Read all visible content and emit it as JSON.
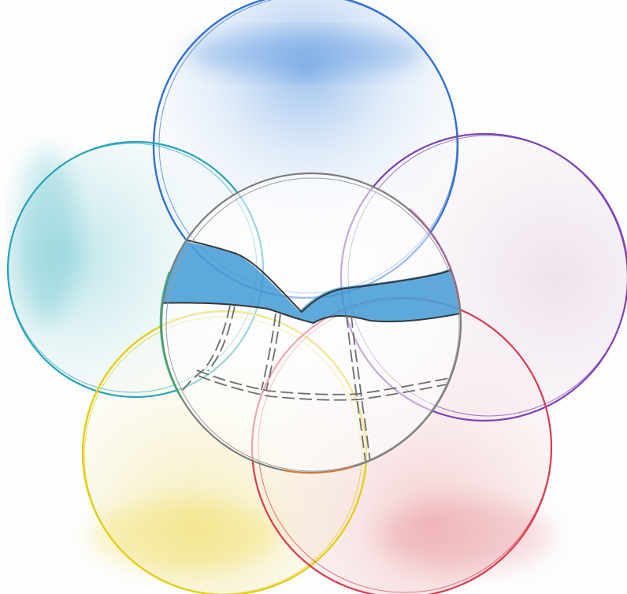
{
  "petals": [
    {
      "id": "top",
      "color": "#2f6fd0",
      "wash": "#4a8fe0"
    },
    {
      "id": "left",
      "color": "#1fa2b8",
      "wash": "#5cc3cf"
    },
    {
      "id": "right",
      "color": "#7a3fb0",
      "wash": "#c9a2c6"
    },
    {
      "id": "bottom-left",
      "color": "#e2cf12",
      "wash": "#f1e07a"
    },
    {
      "id": "bottom-right",
      "color": "#d8374d",
      "wash": "#e88a8f"
    }
  ],
  "center": {
    "outline": "#7a7a7a",
    "water_color": "#2d8fd2",
    "dash_color": "#6a6a6a"
  }
}
